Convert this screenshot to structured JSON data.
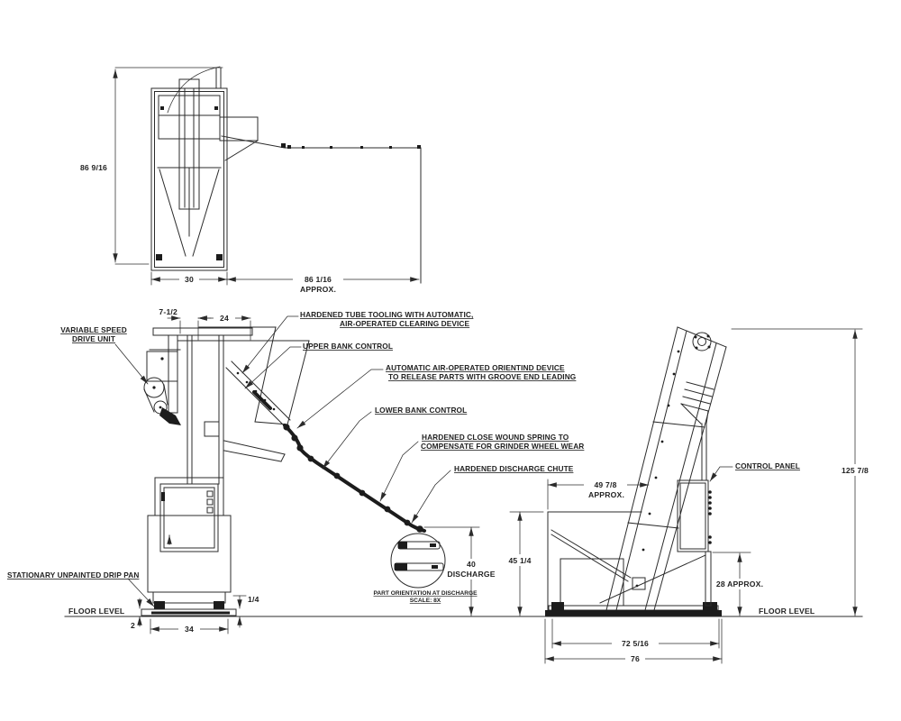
{
  "meta": {
    "type": "engineering-drawing",
    "views": [
      "plan-view",
      "front-elevation",
      "side-elevation",
      "discharge-detail"
    ]
  },
  "colors": {
    "ink": "#2b2b2b",
    "paper": "#ffffff"
  },
  "callouts": {
    "variable_speed": {
      "line1": "VARIABLE SPEED",
      "line2": "DRIVE UNIT"
    },
    "tube_tooling": {
      "line1": "HARDENED TUBE TOOLING WITH AUTOMATIC,",
      "line2": "AIR-OPERATED CLEARING DEVICE"
    },
    "upper_bank": {
      "label": "UPPER BANK CONTROL"
    },
    "orienting": {
      "line1": "AUTOMATIC AIR-OPERATED ORIENTIND DEVICE",
      "line2": "TO RELEASE PARTS WITH GROOVE END LEADING"
    },
    "lower_bank": {
      "label": "LOWER BANK CONTROL"
    },
    "spring": {
      "line1": "HARDENED CLOSE WOUND SPRING TO",
      "line2": "COMPENSATE FOR GRINDER WHEEL WEAR"
    },
    "discharge_chute": {
      "label": "HARDENED DISCHARGE CHUTE"
    },
    "drip_pan": {
      "label": "STATIONARY UNPAINTED DRIP PAN"
    },
    "control_panel": {
      "label": "CONTROL PANEL"
    },
    "part_orientation": {
      "line1": "PART ORIENTATION AT DISCHARGE",
      "line2": "SCALE: 8X"
    }
  },
  "dimensions": {
    "front_height": "86 9/16",
    "front_width": "30",
    "track_reach": "86 1/16",
    "track_reach_note": "APPROX.",
    "drive_offset": "7-1/2",
    "bowl_width": "24",
    "drip_pan_depth": "2",
    "base_width": "34",
    "pan_lip": "1/4",
    "discharge_height": "40",
    "discharge_word": "DISCHARGE",
    "hopper_height": "45 1/4",
    "hopper_reach": "49 7/8",
    "hopper_reach_note": "APPROX.",
    "overall_height": "125 7/8",
    "panel_clearance": "28 APPROX.",
    "base_length_inner": "72 5/16",
    "base_length_outer": "76"
  },
  "annotations": {
    "floor_left": "FLOOR LEVEL",
    "floor_right": "FLOOR LEVEL"
  }
}
